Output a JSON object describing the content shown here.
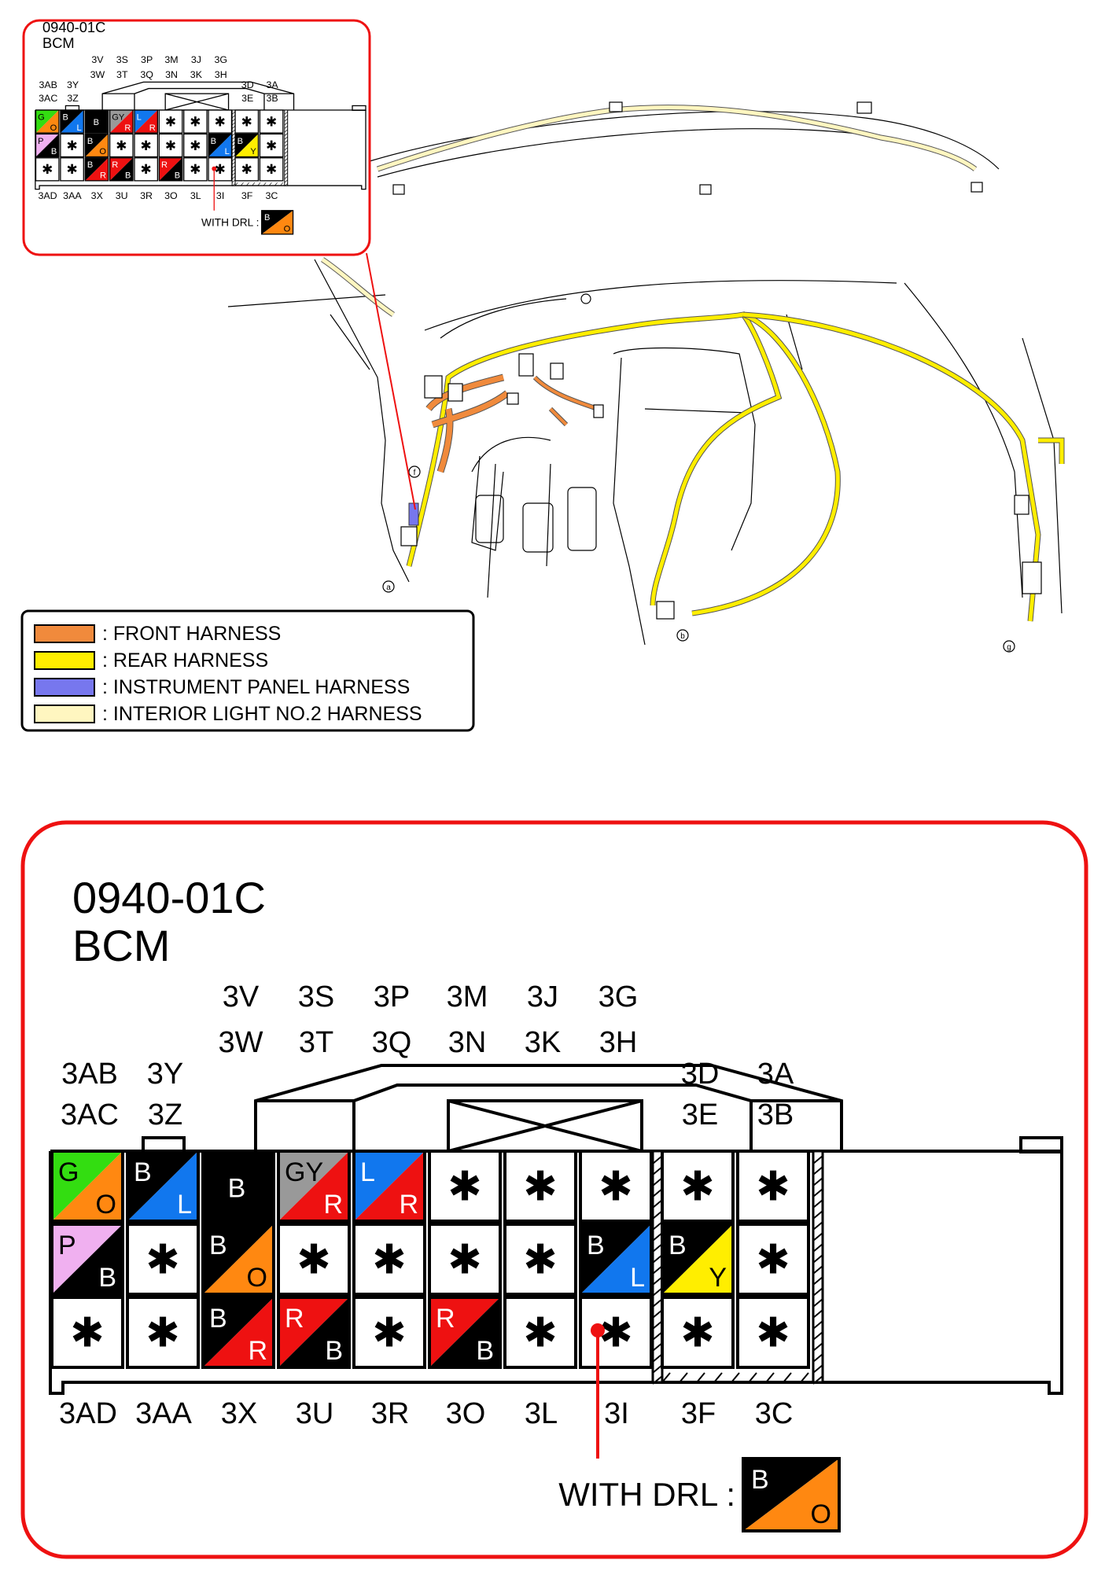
{
  "connector": {
    "code": "0940-01C",
    "name": "BCM",
    "top_labels": [
      {
        "upper": "3V",
        "lower": "3W"
      },
      {
        "upper": "3S",
        "lower": "3T"
      },
      {
        "upper": "3P",
        "lower": "3Q"
      },
      {
        "upper": "3M",
        "lower": "3N"
      },
      {
        "upper": "3J",
        "lower": "3K"
      },
      {
        "upper": "3G",
        "lower": "3H"
      }
    ],
    "side_labels_left": [
      {
        "upper": "3AB",
        "lower": "3AC"
      },
      {
        "upper": "3Y",
        "lower": "3Z"
      }
    ],
    "side_labels_right": [
      {
        "upper": "3D",
        "lower": "3E"
      },
      {
        "upper": "3A",
        "lower": "3B"
      }
    ],
    "bottom_labels": [
      "3AD",
      "3AA",
      "3X",
      "3U",
      "3R",
      "3O",
      "3L",
      "3I",
      "3F",
      "3C"
    ],
    "grid": [
      [
        {
          "type": "split",
          "tl": "G",
          "br": "O",
          "c1": "#33dd11",
          "c2": "#ff8811"
        },
        {
          "type": "split",
          "tl": "B",
          "br": "L",
          "c1": "#000000",
          "c2": "#1177ee"
        },
        {
          "type": "solid",
          "label": "B",
          "color": "#000000"
        },
        {
          "type": "split",
          "tl": "GY",
          "br": "R",
          "c1": "#999999",
          "c2": "#ee1111"
        },
        {
          "type": "split",
          "tl": "L",
          "br": "R",
          "c1": "#1177ee",
          "c2": "#ee1111"
        },
        {
          "type": "empty",
          "label": "✱"
        },
        {
          "type": "empty",
          "label": "✱"
        },
        {
          "type": "empty",
          "label": "✱"
        },
        {
          "type": "empty",
          "label": "✱"
        },
        {
          "type": "empty",
          "label": "✱"
        }
      ],
      [
        {
          "type": "split",
          "tl": "P",
          "br": "B",
          "c1": "#f0b0f0",
          "c2": "#000000"
        },
        {
          "type": "empty",
          "label": "✱"
        },
        {
          "type": "split",
          "tl": "B",
          "br": "O",
          "c1": "#000000",
          "c2": "#ff8811"
        },
        {
          "type": "empty",
          "label": "✱"
        },
        {
          "type": "empty",
          "label": "✱"
        },
        {
          "type": "empty",
          "label": "✱"
        },
        {
          "type": "empty",
          "label": "✱"
        },
        {
          "type": "split",
          "tl": "B",
          "br": "L",
          "c1": "#000000",
          "c2": "#1177ee"
        },
        {
          "type": "split",
          "tl": "B",
          "br": "Y",
          "c1": "#000000",
          "c2": "#ffee00"
        },
        {
          "type": "empty",
          "label": "✱"
        }
      ],
      [
        {
          "type": "empty",
          "label": "✱"
        },
        {
          "type": "empty",
          "label": "✱"
        },
        {
          "type": "split",
          "tl": "B",
          "br": "R",
          "c1": "#000000",
          "c2": "#ee1111"
        },
        {
          "type": "split",
          "tl": "R",
          "br": "B",
          "c1": "#ee1111",
          "c2": "#000000"
        },
        {
          "type": "empty",
          "label": "✱"
        },
        {
          "type": "split",
          "tl": "R",
          "br": "B",
          "c1": "#ee1111",
          "c2": "#000000"
        },
        {
          "type": "empty",
          "label": "✱"
        },
        {
          "type": "empty",
          "label": "✱"
        },
        {
          "type": "empty",
          "label": "✱"
        },
        {
          "type": "empty",
          "label": "✱"
        }
      ]
    ],
    "drl": {
      "label": "WITH DRL :",
      "tl": "B",
      "br": "O",
      "c1": "#000000",
      "c2": "#ff8811"
    }
  },
  "legend": {
    "items": [
      {
        "color": "#f08a3c",
        "label": ": FRONT HARNESS"
      },
      {
        "color": "#ffee00",
        "label": ": REAR HARNESS"
      },
      {
        "color": "#7777ee",
        "label": ": INSTRUMENT PANEL HARNESS"
      },
      {
        "color": "#fff6c0",
        "label": ": INTERIOR LIGHT NO.2 HARNESS"
      }
    ]
  },
  "callouts": [
    "a",
    "b",
    "g",
    "f"
  ],
  "colors": {
    "accent_red": "#ee1111",
    "outline": "#000000"
  }
}
